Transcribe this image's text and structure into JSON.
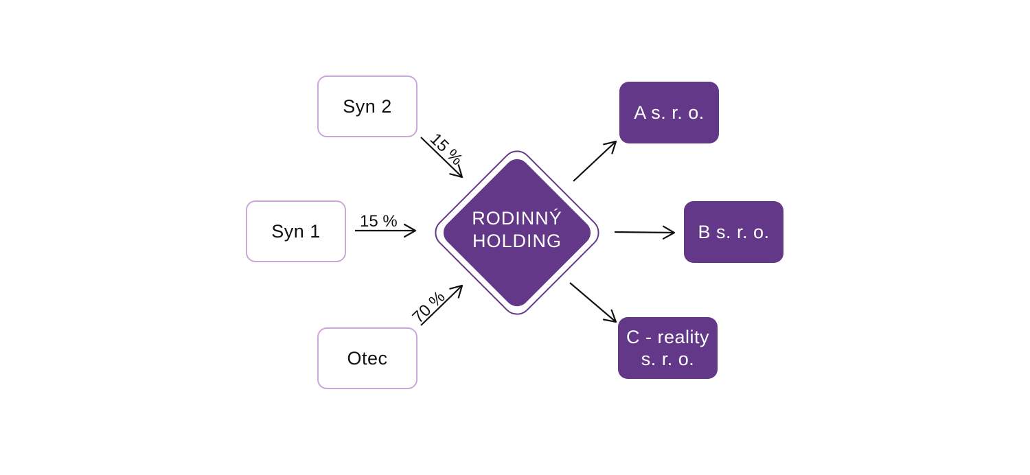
{
  "owners": {
    "syn2": "Syn 2",
    "syn1": "Syn 1",
    "otec": "Otec"
  },
  "holding": {
    "line1": "RODINNÝ",
    "line2": "HOLDING"
  },
  "shares": {
    "syn2": "15 %",
    "syn1": "15 %",
    "otec": "70 %"
  },
  "subsidiaries": {
    "a": "A s. r. o.",
    "b": "B s. r. o.",
    "c_line1": "C - reality",
    "c_line2": "s. r. o."
  },
  "colors": {
    "primary": "#643888",
    "owner_border": "#c9a7d8",
    "arrow": "#111111"
  }
}
